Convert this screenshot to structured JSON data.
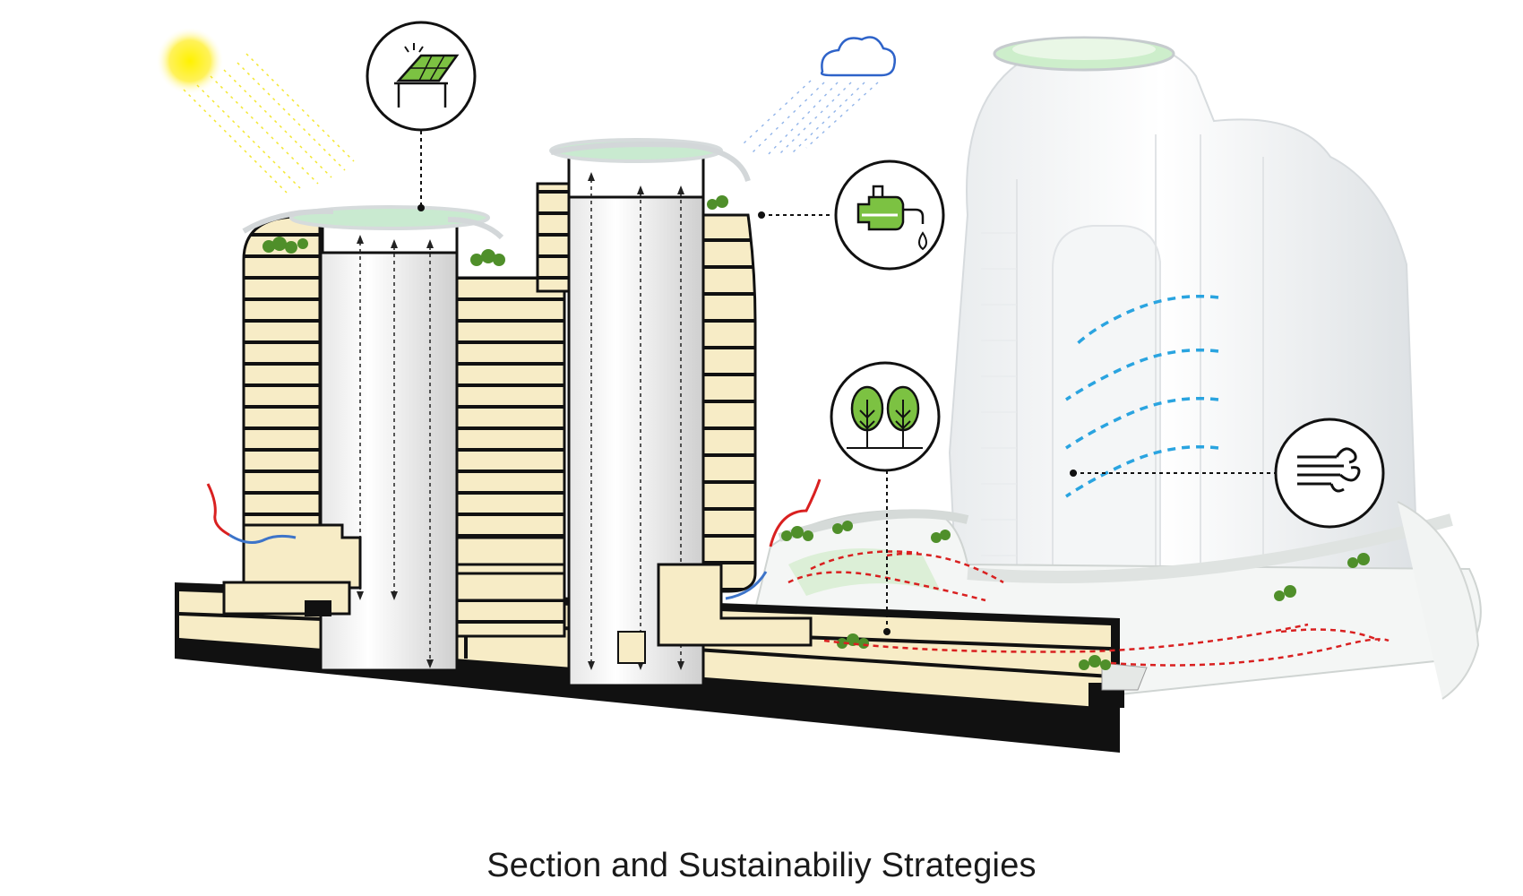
{
  "caption": "Section and Sustainabiliy Strategies",
  "icons": [
    {
      "name": "solar-panel-icon",
      "meaning": "solar energy"
    },
    {
      "name": "water-recycling-icon",
      "meaning": "rainwater harvesting"
    },
    {
      "name": "trees-icon",
      "meaning": "green landscape"
    },
    {
      "name": "wind-icon",
      "meaning": "natural ventilation"
    }
  ],
  "elements": [
    "sun-icon",
    "rain-cloud-icon",
    "airflow-arrows",
    "vertical-shaft-arrows"
  ],
  "colors": {
    "floor_fill": "#f7ecc6",
    "slab": "#111111",
    "roof_green": "#b8e3b0",
    "tree_green": "#4f8f2a",
    "wind_blue": "#2aa4e0",
    "air_red": "#d92020",
    "sun_yellow": "#ffe600"
  }
}
